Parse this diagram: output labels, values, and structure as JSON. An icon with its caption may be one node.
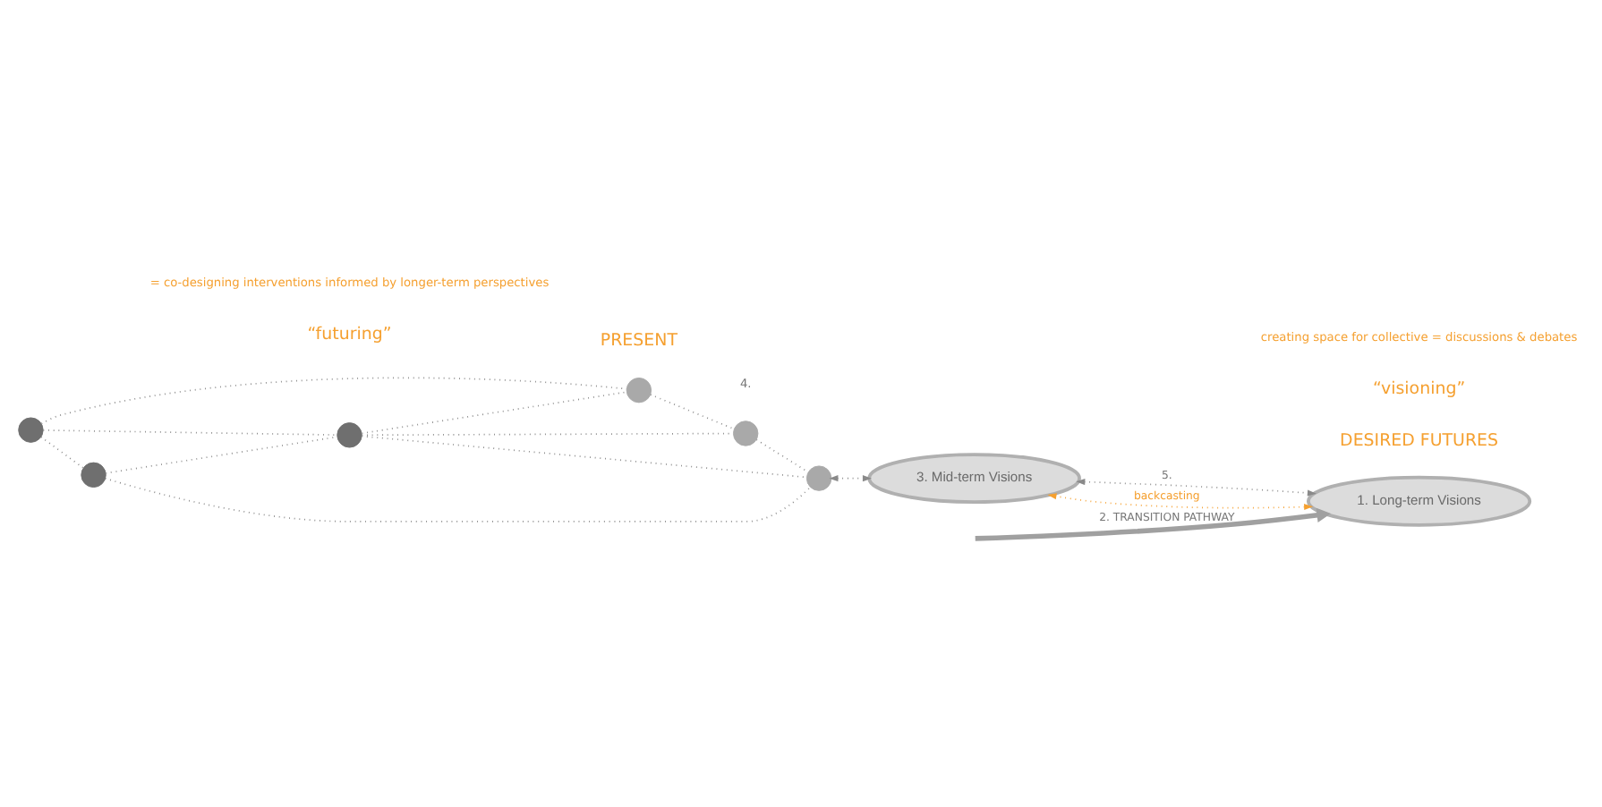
{
  "diagram": {
    "nodes": [
      {
        "text": [],
        "shape": "circle"
      },
      {
        "text": [],
        "shape": "circle"
      },
      {
        "text": [],
        "shape": "circle"
      },
      {
        "text": [],
        "shape": "circle"
      },
      {
        "text": [],
        "shape": "circle"
      },
      {
        "text": [],
        "shape": "circle"
      },
      {
        "text": [
          "3. Mid-term Visions"
        ]
      },
      {
        "text": [
          "1. Long-term Visions"
        ]
      }
    ],
    "edges": [
      {
        "from": 0,
        "to": 4,
        "arrow": "none",
        "style": "dashed"
      },
      {
        "from": 0,
        "to": 1,
        "arrow": "none",
        "style": "dashed"
      },
      {
        "from": 0,
        "to": 3,
        "arrow": "none",
        "style": "dashed"
      },
      {
        "from": 4,
        "to": 3,
        "arrow": "none",
        "style": "dashed"
      },
      {
        "from": 4,
        "to": 5,
        "arrow": "none",
        "style": "dashed"
      },
      {
        "from": 3,
        "to": 1,
        "arrow": "none",
        "style": "dashed"
      },
      {
        "from": 3,
        "to": 5,
        "arrow": "none",
        "style": "dashed"
      },
      {
        "from": 3,
        "to": 2,
        "arrow": "none",
        "style": "dashed"
      },
      {
        "from": 1,
        "to": 2,
        "arrow": "none",
        "style": "dashed"
      },
      {
        "from": 2,
        "to": 5,
        "arrow": "none",
        "style": "dashed"
      },
      {
        "from": null,
        "to": 7,
        "arrow": "to",
        "style": "thick",
        "label": "2. TRANSITION PATHWAY"
      },
      {
        "from": 5,
        "to": 6,
        "arrow": "both",
        "style": "dashed"
      },
      {
        "from": 7,
        "to": 6,
        "arrow": "both",
        "style": "dashed",
        "label": "backcasting",
        "color": "#f5a030"
      },
      {
        "from": 6,
        "to": 7,
        "arrow": "both",
        "style": "dashed",
        "label": "5."
      }
    ],
    "labels": [
      "PRESENT",
      "DESIRED FUTURES",
      "4.",
      "“futuring”",
      "= co-designing interventions informed by longer-term perspectives",
      "“visioning”",
      "creating space for collective = discussions & debates"
    ]
  }
}
